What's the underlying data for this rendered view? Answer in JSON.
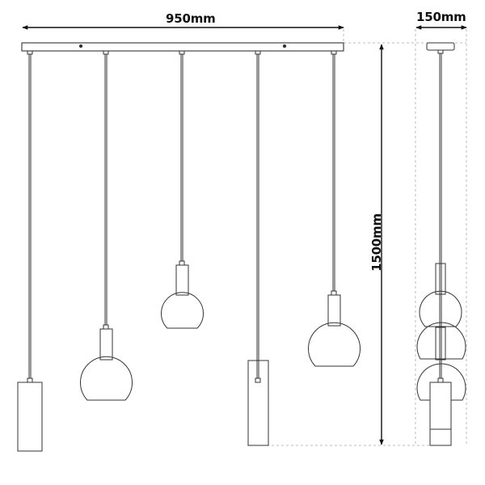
{
  "diagram": {
    "type": "technical-dimension-drawing",
    "subject": "5-light linear pendant lamp",
    "dimensions": {
      "width": {
        "label": "950mm",
        "value": 950,
        "unit": "mm"
      },
      "depth": {
        "label": "150mm",
        "value": 150,
        "unit": "mm"
      },
      "height": {
        "label": "1500mm",
        "value": 1500,
        "unit": "mm"
      }
    },
    "views": [
      {
        "name": "front-view",
        "pendants": [
          {
            "index": 1,
            "shape": "cylinder"
          },
          {
            "index": 2,
            "shape": "globe"
          },
          {
            "index": 3,
            "shape": "globe"
          },
          {
            "index": 4,
            "shape": "cylinder"
          },
          {
            "index": 5,
            "shape": "globe"
          }
        ]
      },
      {
        "name": "side-view",
        "note": "pendants overlapped in profile"
      }
    ],
    "colors": {
      "line": "#333333",
      "dimension": "#111111",
      "guide": "#bbbbbb",
      "background": "#ffffff"
    }
  }
}
